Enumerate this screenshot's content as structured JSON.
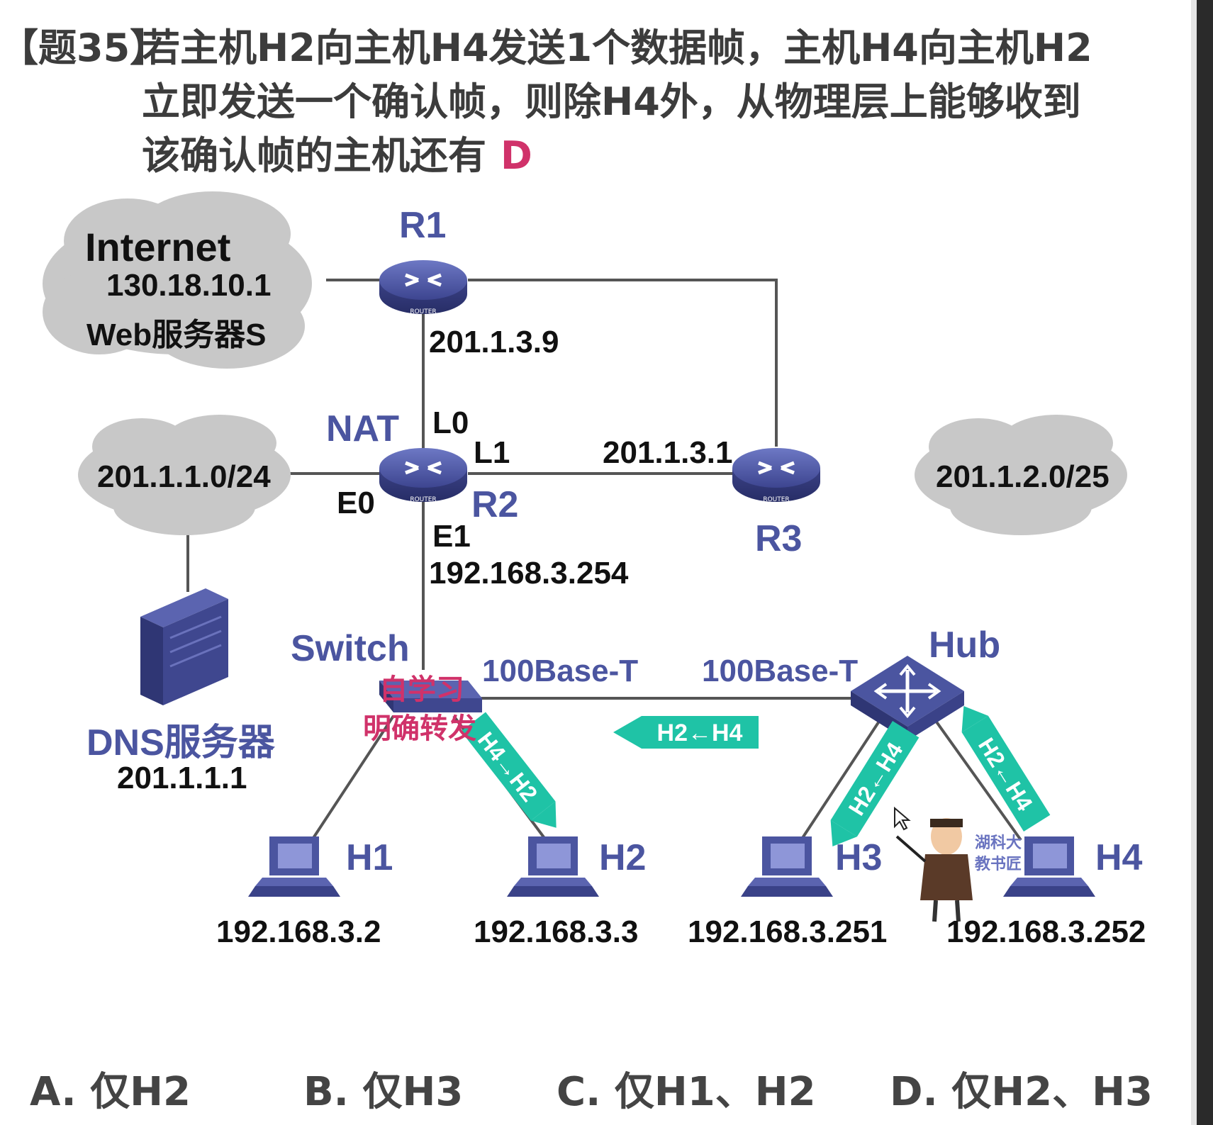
{
  "question": {
    "number": "【题35】",
    "line1": "若主机H2向主机H4发送1个数据帧，主机H4向主机H2",
    "line2": "立即发送一个确认帧，则除H4外，从物理层上能够收到",
    "line3": "该确认帧的主机还有",
    "answer": "D"
  },
  "labels": {
    "internet": "Internet",
    "internet_ip": "130.18.10.1",
    "web_server": "Web服务器S",
    "r1": "R1",
    "r1_ip": "201.1.3.9",
    "l0": "L0",
    "l1": "L1",
    "nat": "NAT",
    "r2": "R2",
    "e0": "E0",
    "e1": "E1",
    "e1_ip": "192.168.3.254",
    "r3_ip": "201.1.3.1",
    "r3": "R3",
    "net_left": "201.1.1.0/24",
    "net_right": "201.1.2.0/25",
    "dns_server": "DNS服务器",
    "dns_ip": "201.1.1.1",
    "switch": "Switch",
    "switch_note1": "自学习",
    "switch_note2": "明确转发",
    "link_left": "100Base-T",
    "link_right": "100Base-T",
    "hub": "Hub",
    "h1": "H1",
    "h2": "H2",
    "h3": "H3",
    "h4": "H4",
    "h1_ip": "192.168.3.2",
    "h2_ip": "192.168.3.3",
    "h3_ip": "192.168.3.251",
    "h4_ip": "192.168.3.252",
    "arrow_mid": "H2←H4",
    "arrow_sw_h2": "H4→H2",
    "arrow_hub_h3": "H2←H4",
    "arrow_h4_hub": "H2←H4",
    "watermark": "湖科大教书匠"
  },
  "options": {
    "a": "A. 仅H2",
    "b": "B. 仅H3",
    "c": "C. 仅H1、H2",
    "d": "D. 仅H2、H3"
  },
  "colors": {
    "text": "#3c3c3c",
    "device_blue": "#4b55a0",
    "accent_pink": "#d0326a",
    "arrow_teal": "#1fc3a6",
    "cloud_gray": "#c8c8c8"
  }
}
